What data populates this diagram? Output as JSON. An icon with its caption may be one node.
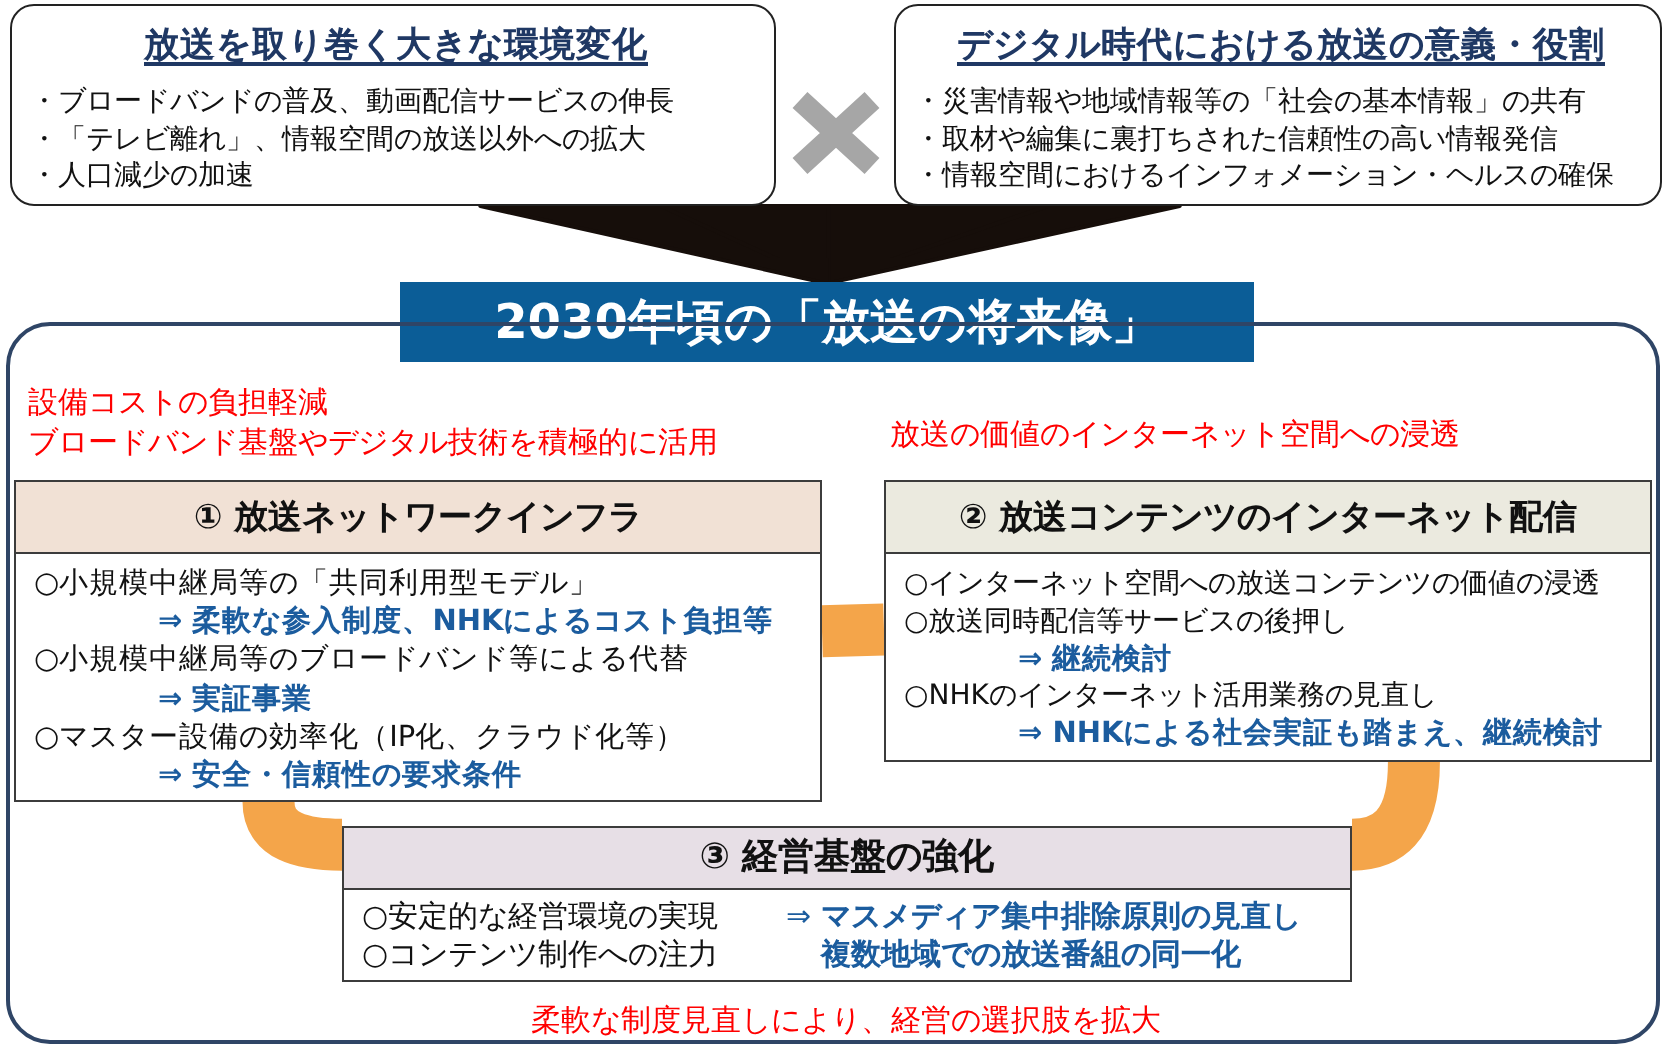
{
  "diagram": {
    "nodes": [
      {
        "text": [
          "放送を取り巻く大きな環境変化",
          "・ブロードバンドの普及、動画配信サービスの伸長",
          "・「テレビ離れ」、情報空間の放送以外への拡大",
          "・人口減少の加速"
        ]
      },
      {
        "text": [
          "デジタル時代における放送の意義・役割",
          "・災害情報や地域情報等の「社会の基本情報」の共有",
          "・取材や編集に裏打ちされた信頼性の高い情報発信",
          "・情報空間におけるインフォメーション・ヘルスの確保"
        ]
      },
      {
        "text": [
          "2030年頃の「放送の将来像」"
        ]
      },
      {
        "text": [],
        "shape": "box"
      },
      {
        "text": [
          "① 放送ネットワークインフラ",
          "○小規模中継局等の「共同利用型モデル」",
          "⇒ 柔軟な参入制度、NHKによるコスト負担等",
          "○小規模中継局等のブロードバンド等による代替",
          "⇒ 実証事業",
          "○マスター設備の効率化（IP化、クラウド化等）",
          "⇒ 安全・信頼性の要求条件"
        ],
        "in": 3,
        "beside": [
          "設備コストの負担軽減",
          "ブロードバンド基盤やデジタル技術を積極的に活用"
        ]
      },
      {
        "text": [
          "② 放送コンテンツのインターネット配信",
          "○インターネット空間への放送コンテンツの価値の浸透",
          "○放送同時配信等サービスの後押し",
          "⇒ 継続検討",
          "○NHKのインターネット活用業務の見直し",
          "⇒ NHKによる社会実証も踏まえ、継続検討"
        ],
        "in": 3,
        "beside": [
          "放送の価値のインターネット空間への浸透"
        ]
      },
      {
        "text": [
          "③ 経営基盤の強化",
          "○安定的な経営環境の実現",
          "○コンテンツ制作への注力",
          "⇒",
          "マスメディア集中排除原則の見直し",
          "複数地域での放送番組の同一化"
        ],
        "in": 3,
        "beside": [
          "柔軟な制度見直しにより、経営の選択肢を拡大"
        ]
      }
    ],
    "edges": [
      {
        "from": 0,
        "to": 2,
        "arrow": "to",
        "color": "#160e0a"
      },
      {
        "from": 1,
        "to": 2,
        "arrow": "to",
        "color": "#160e0a"
      },
      {
        "from": 4,
        "to": 5,
        "arrow": "none"
      },
      {
        "from": 4,
        "to": 6,
        "arrow": "none"
      },
      {
        "from": 5,
        "to": 6,
        "arrow": "none"
      }
    ]
  }
}
